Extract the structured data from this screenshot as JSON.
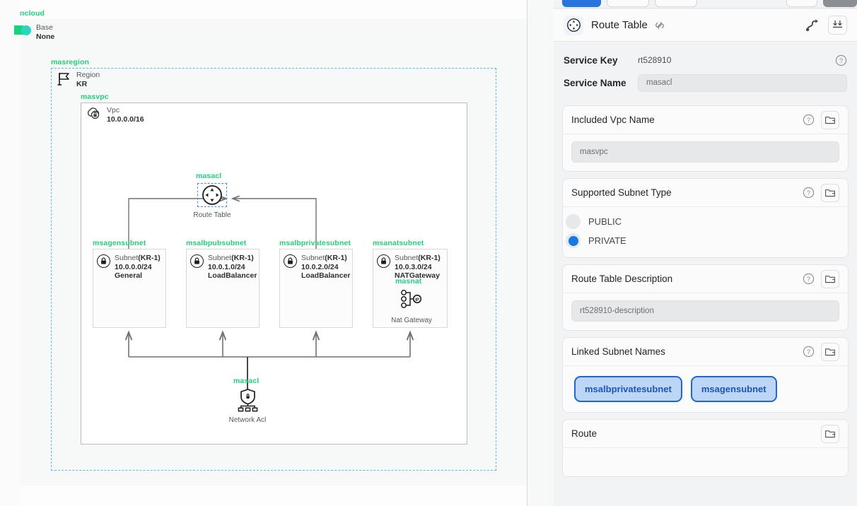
{
  "diagram": {
    "root_label": "ncloud",
    "base": {
      "type": "Base",
      "value": "None"
    },
    "region_group_label": "masregion",
    "region": {
      "type": "Region",
      "value": "KR"
    },
    "vpc_group_label": "masvpc",
    "vpc": {
      "type": "Vpc",
      "value": "10.0.0.0/16"
    },
    "route_table_group_label": "masacl",
    "route_table_caption": "Route Table",
    "network_acl_group_label": "masacl",
    "network_acl_caption": "Network Acl",
    "nat_group_label": "masnat",
    "nat_caption": "Nat Gateway",
    "subnets": [
      {
        "group_label": "msagensubnet",
        "type": "Subnet",
        "zone": "(KR-1)",
        "cidr": "10.0.0.0/24",
        "usage": "General"
      },
      {
        "group_label": "msalbpubsubnet",
        "type": "Subnet",
        "zone": "(KR-1)",
        "cidr": "10.0.1.0/24",
        "usage": "LoadBalancer"
      },
      {
        "group_label": "msalbprivatesubnet",
        "type": "Subnet",
        "zone": "(KR-1)",
        "cidr": "10.0.2.0/24",
        "usage": "LoadBalancer"
      },
      {
        "group_label": "msanatsubnet",
        "type": "Subnet",
        "zone": "(KR-1)",
        "cidr": "10.0.3.0/24",
        "usage": "NATGateway"
      }
    ]
  },
  "panel": {
    "title": "Route Table",
    "service_key_label": "Service Key",
    "service_key_value": "rt528910",
    "service_name_label": "Service Name",
    "service_name_value": "masacl",
    "cards": {
      "included_vpc": {
        "title": "Included Vpc Name",
        "value": "masvpc"
      },
      "subnet_type": {
        "title": "Supported Subnet Type",
        "options": [
          {
            "label": "PUBLIC",
            "selected": false
          },
          {
            "label": "PRIVATE",
            "selected": true
          }
        ]
      },
      "description": {
        "title": "Route Table Description",
        "value": "rt528910-description"
      },
      "linked_subnets": {
        "title": "Linked Subnet Names",
        "chips": [
          "msalbprivatesubnet",
          "msagensubnet"
        ]
      },
      "route": {
        "title": "Route"
      }
    }
  },
  "colors": {
    "group_green": "#16c172",
    "region_dash_blue": "#5cb8ef",
    "accent_blue": "#1878e4",
    "chip_fill": "#bdd6f7",
    "chip_border": "#1f66d0"
  }
}
